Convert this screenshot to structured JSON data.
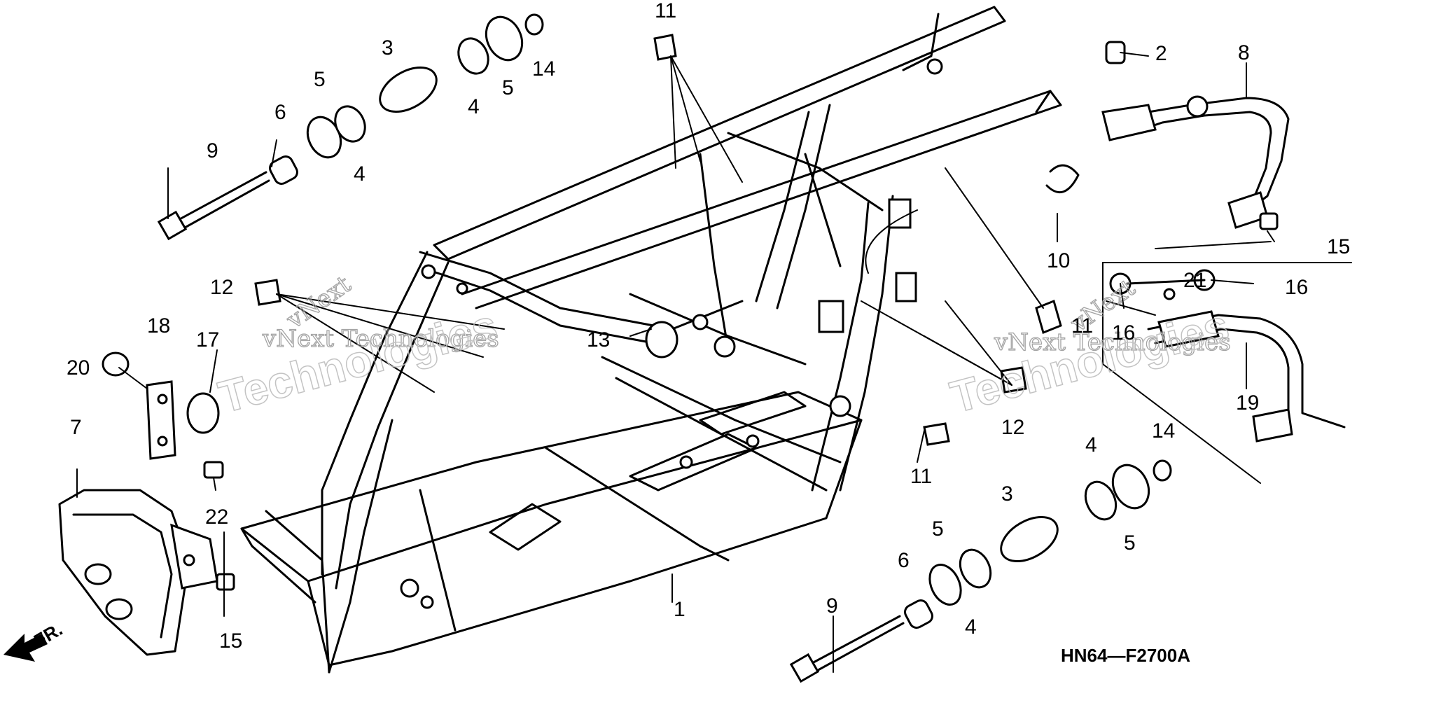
{
  "diagram_code": "HN64—F2700A",
  "front_marker": "FR.",
  "watermark": {
    "brand": "vNext",
    "line": "vNext Technologies",
    "big": "Technologies"
  },
  "callouts": {
    "c1": "1",
    "c2": "2",
    "c3a": "3",
    "c3b": "3",
    "c4a": "4",
    "c4b": "4",
    "c4c": "4",
    "c4d": "4",
    "c5a": "5",
    "c5b": "5",
    "c5c": "5",
    "c5d": "5",
    "c6a": "6",
    "c6b": "6",
    "c7": "7",
    "c8": "8",
    "c9a": "9",
    "c9b": "9",
    "c10": "10",
    "c11a": "11",
    "c11b": "11",
    "c11c": "11",
    "c12a": "12",
    "c12b": "12",
    "c13": "13",
    "c14a": "14",
    "c14b": "14",
    "c15a": "15",
    "c15b": "15",
    "c16a": "16",
    "c16b": "16",
    "c17": "17",
    "c18": "18",
    "c19": "19",
    "c20": "20",
    "c21": "21",
    "c22": "22"
  }
}
